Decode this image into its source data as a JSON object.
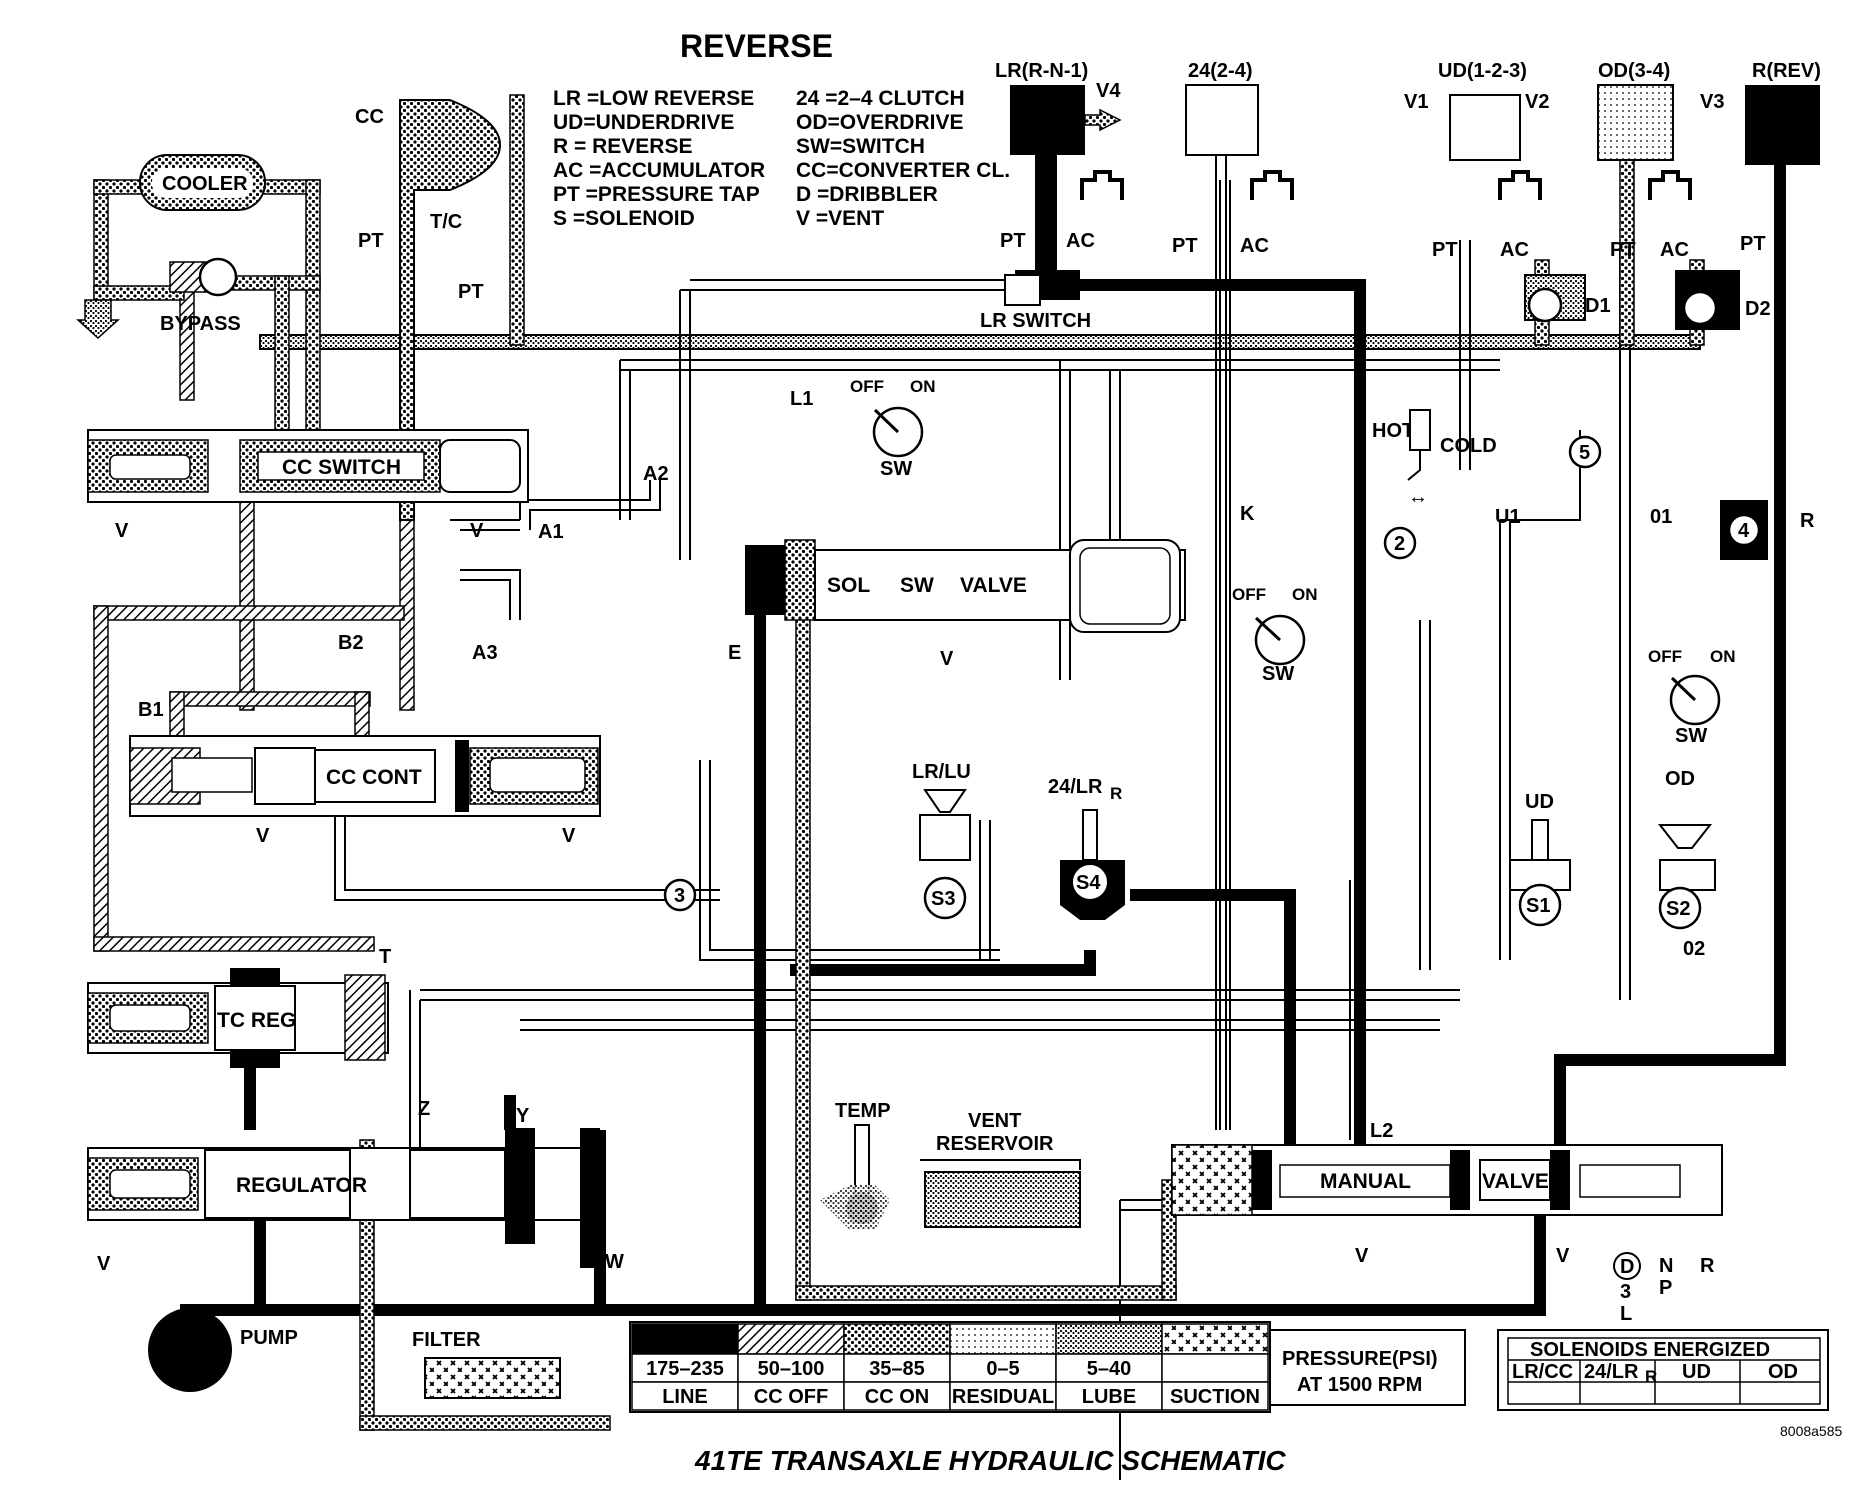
{
  "title": "REVERSE",
  "figure_caption": "41TE TRANSAXLE HYDRAULIC SCHEMATIC",
  "reference_code": "8008a585",
  "abbreviation_legend": {
    "left": [
      "LR =LOW REVERSE",
      "UD=UNDERDRIVE",
      "R   = REVERSE",
      "AC =ACCUMULATOR",
      "PT =PRESSURE TAP",
      "S   =SOLENOID"
    ],
    "right": [
      "24  =2–4 CLUTCH",
      "OD=OVERDRIVE",
      "SW=SWITCH",
      "CC=CONVERTER CL.",
      "D   =DRIBBLER",
      "V   =VENT"
    ]
  },
  "clutches": {
    "lr": "LR(R-N-1)",
    "c24": "24(2-4)",
    "ud": "UD(1-2-3)",
    "od": "OD(3-4)",
    "rev": "R(REV)"
  },
  "vents": {
    "v1": "V1",
    "v2": "V2",
    "v3": "V3",
    "v4": "V4",
    "v": "V"
  },
  "labels": {
    "cc": "CC",
    "tc": "T/C",
    "pt": "PT",
    "ac": "AC",
    "cooler": "COOLER",
    "bypass": "BYPASS",
    "lr_switch": "LR SWITCH",
    "d1": "D1",
    "d2": "D2",
    "l1": "L1",
    "l2": "L2",
    "off": "OFF",
    "on": "ON",
    "sw": "SW",
    "hot": "HOT",
    "cold": "COLD",
    "a1": "A1",
    "a2": "A2",
    "a3": "A3",
    "b1": "B1",
    "b2": "B2",
    "e": "E",
    "k": "K",
    "u1": "U1",
    "o1": "01",
    "o2": "02",
    "r": "R",
    "t": "T",
    "z": "Z",
    "y": "Y",
    "w": "W",
    "lrlu": "LR/LU",
    "s24lr": "24/LR",
    "s24lr_sub": "R",
    "ud": "UD",
    "od": "OD",
    "temp": "TEMP",
    "vent_reservoir_1": "VENT",
    "vent_reservoir_2": "RESERVOIR",
    "pump": "PUMP",
    "filter": "FILTER"
  },
  "valves": {
    "cc_switch": "CC SWITCH",
    "cc_cont": "CC CONT",
    "sol": "SOL",
    "sw": "SW",
    "valve": "VALVE",
    "tc_reg": "TC REG",
    "regulator": "REGULATOR",
    "manual": "MANUAL",
    "manual_valve": "VALVE"
  },
  "numbered_checks": [
    "2",
    "3",
    "4",
    "5"
  ],
  "solenoids": [
    "S1",
    "S2",
    "S3",
    "S4"
  ],
  "gear_selector": [
    "D",
    "3",
    "L",
    "N",
    "P",
    "R"
  ],
  "pressure_legend": {
    "title_1": "PRESSURE(PSI)",
    "title_2": "AT 1500 RPM",
    "entries": [
      {
        "range": "175–235",
        "name": "LINE",
        "pattern": "solid"
      },
      {
        "range": "50–100",
        "name": "CC OFF",
        "pattern": "hatch"
      },
      {
        "range": "35–85",
        "name": "CC ON",
        "pattern": "dots"
      },
      {
        "range": "0–5",
        "name": "RESIDUAL",
        "pattern": "finedots"
      },
      {
        "range": "5–40",
        "name": "LUBE",
        "pattern": "stipple"
      },
      {
        "range": "",
        "name": "SUCTION",
        "pattern": "cross"
      }
    ]
  },
  "solenoids_energized": {
    "title": "SOLENOIDS ENERGIZED",
    "columns": [
      "LR/CC",
      "24/LR",
      "UD",
      "OD"
    ],
    "column_subscripts": [
      "",
      "R",
      "",
      ""
    ]
  }
}
